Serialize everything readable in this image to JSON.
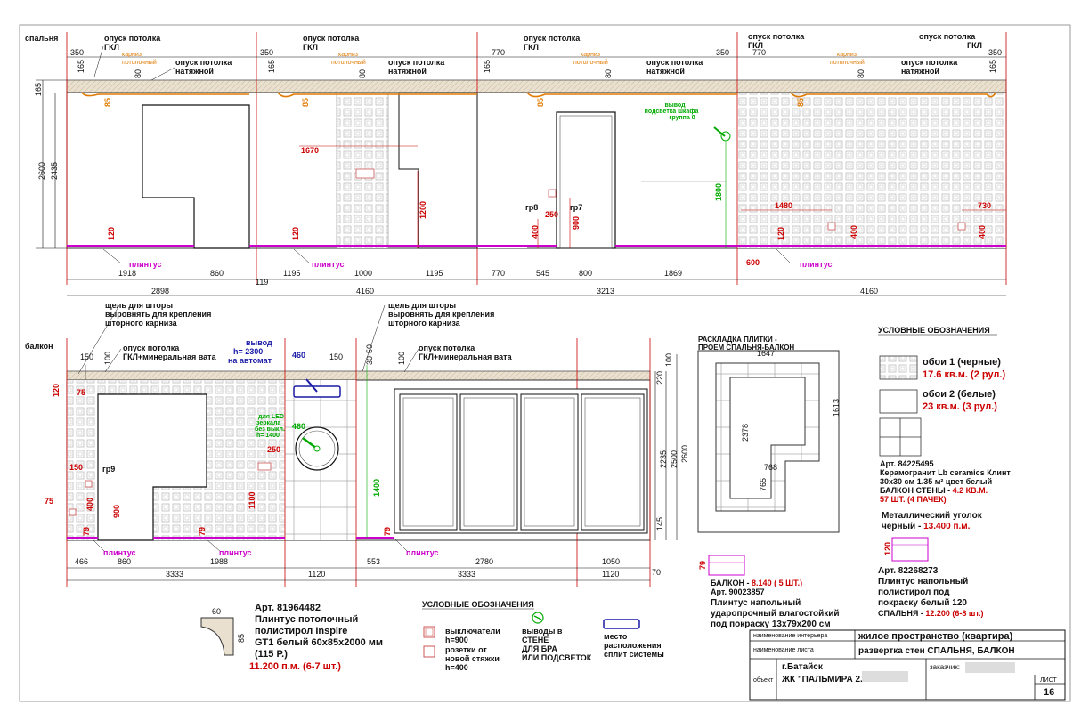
{
  "rooms": {
    "bedroom": "спальня",
    "balcony": "балкон"
  },
  "labels": {
    "ceiling_drop_gkl_1": "опуск потолка",
    "ceiling_drop_gkl_2": "ГКЛ",
    "cornice_1": "карниз",
    "cornice_2": "потолочный",
    "stretch_1": "опуск потолка",
    "stretch_2": "натяжной",
    "baseboard": "плинтус",
    "outlet_1": "вывод",
    "outlet_2": "подсветка шкафа",
    "outlet_3": "группа 8",
    "gr8": "гр8",
    "gr7": "гр7",
    "gr9": "гр9",
    "curtain_1": "щель для шторы",
    "curtain_2": "выровнять для крепления",
    "curtain_3": "шторного карниза",
    "ceiling_wool": "ГКЛ+минеральная вата",
    "vyvod_1": "вывод",
    "vyvod_2": "h= 2300",
    "vyvod_3": "на автомат",
    "led_1": "для LED",
    "led_2": "зеркала",
    "led_3": "без выкл.",
    "led_4": "h= 1400"
  },
  "dims_bedroom": {
    "h165": "165",
    "h2600": "2600",
    "h2435": "2435",
    "d350": "350",
    "d165": "165",
    "d80": "80",
    "d85": "85",
    "d770": "770",
    "d1670": "1670",
    "d1200": "1200",
    "d120": "120",
    "d250": "250",
    "d400": "400",
    "d900": "900",
    "d1800": "1800",
    "d1480": "1480",
    "d730": "730",
    "d600": "600",
    "b1918": "1918",
    "b860": "860",
    "b1195a": "1195",
    "b1000": "1000",
    "b1195b": "1195",
    "b770": "770",
    "b545": "545",
    "b800": "800",
    "b1869": "1869",
    "b119": "119",
    "t2898": "2898",
    "t4160a": "4160",
    "t3213": "3213",
    "t4160b": "4160"
  },
  "dims_balcony": {
    "d150a": "150",
    "d100a": "100",
    "d120": "120",
    "d75a": "75",
    "d460a": "460",
    "d150b": "150",
    "d3050": "30-50",
    "d100b": "100",
    "d460b": "460",
    "d250": "250",
    "d150c": "150",
    "d75b": "75",
    "d400": "400",
    "d900": "900",
    "d1100": "1100",
    "d1400": "1400",
    "d79a": "79",
    "d79b": "79",
    "d79c": "79",
    "r100": "100",
    "r220": "220",
    "r2235": "2235",
    "r2500": "2500",
    "r2600": "2600",
    "r145": "145",
    "b466": "466",
    "b860": "860",
    "b1988": "1988",
    "b553": "553",
    "b2780": "2780",
    "b1050": "1050",
    "t3333a": "3333",
    "t1120a": "1120",
    "t3333b": "3333",
    "t1120b": "1120",
    "t70": "70"
  },
  "tile_plan": {
    "title_1": "РАСКЛАДКА ПЛИТКИ -",
    "title_2": "ПРОЕМ СПАЛЬНЯ-БАЛКОН",
    "d1647": "1647",
    "d1613": "1613",
    "d2378": "2378",
    "d768": "768",
    "d765": "765"
  },
  "legend": {
    "title": "УСЛОВНЫЕ ОБОЗНАЧЕНИЯ",
    "wall1_name": "обои 1 (черные)",
    "wall1_qty": "17.6 кв.м. (2 рул.)",
    "wall2_name": "обои 2 (белые)",
    "wall2_qty": "23 кв.м. (3 рул.)",
    "tile_art": "Арт. 84225495",
    "tile_desc1": "Керамогранит Lb ceramics Клинт",
    "tile_desc2": "30x30 см 1.35 м² цвет белый",
    "tile_desc3a": "БАЛКОН СТЕНЫ - ",
    "tile_desc3b": "4.2 КВ.М.",
    "tile_desc4": "57 ШТ. (4 ПАЧЕК)",
    "corner_a": "Металлический уголок",
    "corner_b": "черный - ",
    "corner_c": "13.400 п.м.",
    "plinth_h": "120",
    "plinth_art": "Арт. 82268273",
    "plinth_d1": "Плинтус напольный",
    "plinth_d2": "полистирол под",
    "plinth_d3": "покраску белый 120",
    "plinth_d4a": "СПАЛЬНЯ - ",
    "plinth_d4b": "12.200 (6-8 шт.)"
  },
  "balcony_plinth": {
    "h": "79",
    "l1a": "БАЛКОН - ",
    "l1b": "8.140 ( 5 ШТ.)",
    "l2": "Арт. 90023857",
    "l3": "Плинтус напольный",
    "l4": "ударопрочный влагостойкий",
    "l5": "под покраску 13x79x200 см"
  },
  "ceiling_plinth": {
    "w": "60",
    "h": "85",
    "l1": "Арт. 81964482",
    "l2": "Плинтус потолочный",
    "l3": "полистирол Inspire",
    "l4": "GT1 белый 60x85x2000 мм",
    "l5": "(115 Р.)",
    "l6": "11.200 п.м. (6-7 шт.)"
  },
  "legend2": {
    "title": "УСЛОВНЫЕ ОБОЗНАЧЕНИЯ",
    "sw1": "выключатели",
    "sw2": "h=900",
    "so1": "розетки от",
    "so2": "новой стяжки",
    "so3": "h=400",
    "wo1": "выводы в",
    "wo2": "СТЕНЕ",
    "wo3": "ДЛЯ БРА",
    "wo4": "ИЛИ ПОДСВЕТОК",
    "ac1": "место",
    "ac2": "расположения",
    "ac3": "сплит системы"
  },
  "stamp": {
    "interior_label": "наименование интерьера",
    "interior_value": "жилое пространство (квартира)",
    "sheet_label": "наименование листа",
    "sheet_value": "развертка стен СПАЛЬНЯ, БАЛКОН",
    "object_label": "объект",
    "object_city": "г.Батайск",
    "object_name": "ЖК \"ПАЛЬМИРА 2.0\"",
    "client_label": "заказчик:",
    "sheet_no_label": "ЛИСТ",
    "sheet_no": "16"
  },
  "colors": {
    "red": "#c00000",
    "green": "#00aa00",
    "magenta": "#cc00cc",
    "orange": "#e07a00",
    "blue": "#1a1aa6"
  }
}
